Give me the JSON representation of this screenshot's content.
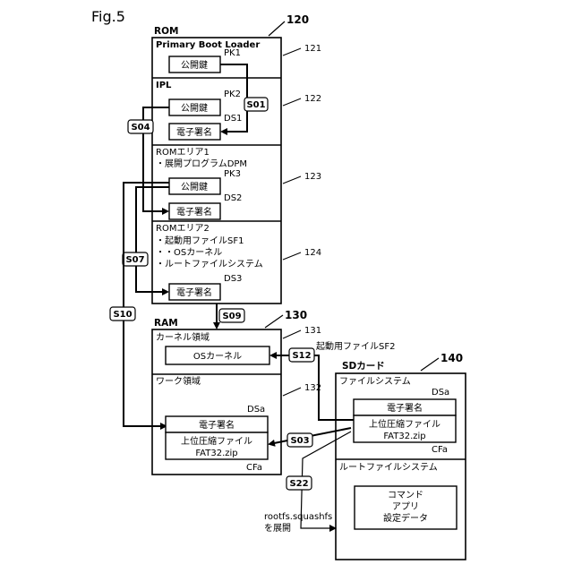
{
  "figure_label": "Fig.5",
  "rom": {
    "title": "ROM",
    "ref": "120",
    "pbl": {
      "title": "Primary Boot Loader",
      "ref": "121",
      "key_label": "公開鍵",
      "key_tag": "PK1"
    },
    "ipl": {
      "title": "IPL",
      "ref": "122",
      "key_label": "公開鍵",
      "key_tag": "PK2",
      "sig_label": "電子署名",
      "sig_tag": "DS1"
    },
    "area1": {
      "title": "ROMエリア1",
      "line1": "・展開プログラムDPM",
      "ref": "123",
      "key_label": "公開鍵",
      "key_tag": "PK3",
      "sig_label": "電子署名",
      "sig_tag": "DS2"
    },
    "area2": {
      "title": "ROMエリア2",
      "line1": "・起動用ファイルSF1",
      "line2": "・・OSカーネル",
      "line3": "・ルートファイルシステム",
      "ref": "124",
      "sig_label": "電子署名",
      "sig_tag": "DS3"
    }
  },
  "ram": {
    "title": "RAM",
    "ref": "130",
    "kernel_area": {
      "title": "カーネル領域",
      "ref": "131",
      "box_label": "OSカーネル"
    },
    "work_area": {
      "title": "ワーク領域",
      "ref": "132",
      "sig_label": "電子署名",
      "sig_tag": "DSa",
      "file_line1": "上位圧縮ファイル",
      "file_line2": "FAT32.zip",
      "file_tag": "CFa"
    }
  },
  "sd": {
    "title": "SDカード",
    "ref": "140",
    "fs": {
      "title": "ファイルシステム",
      "sig_label": "電子署名",
      "sig_tag": "DSa",
      "file_line1": "上位圧縮ファイル",
      "file_line2": "FAT32.zip",
      "file_tag": "CFa"
    },
    "rootfs": {
      "title": "ルートファイルシステム",
      "line1": "コマンド",
      "line2": "アプリ",
      "line3": "設定データ"
    }
  },
  "steps": {
    "s01": "S01",
    "s03": "S03",
    "s04": "S04",
    "s07": "S07",
    "s09": "S09",
    "s10": "S10",
    "s12": "S12",
    "s22": "S22"
  },
  "annotations": {
    "boot_file_sf2": "起動用ファイルSF2",
    "rootfs_line1": "rootfs.squashfs",
    "rootfs_line2": "を展開"
  }
}
